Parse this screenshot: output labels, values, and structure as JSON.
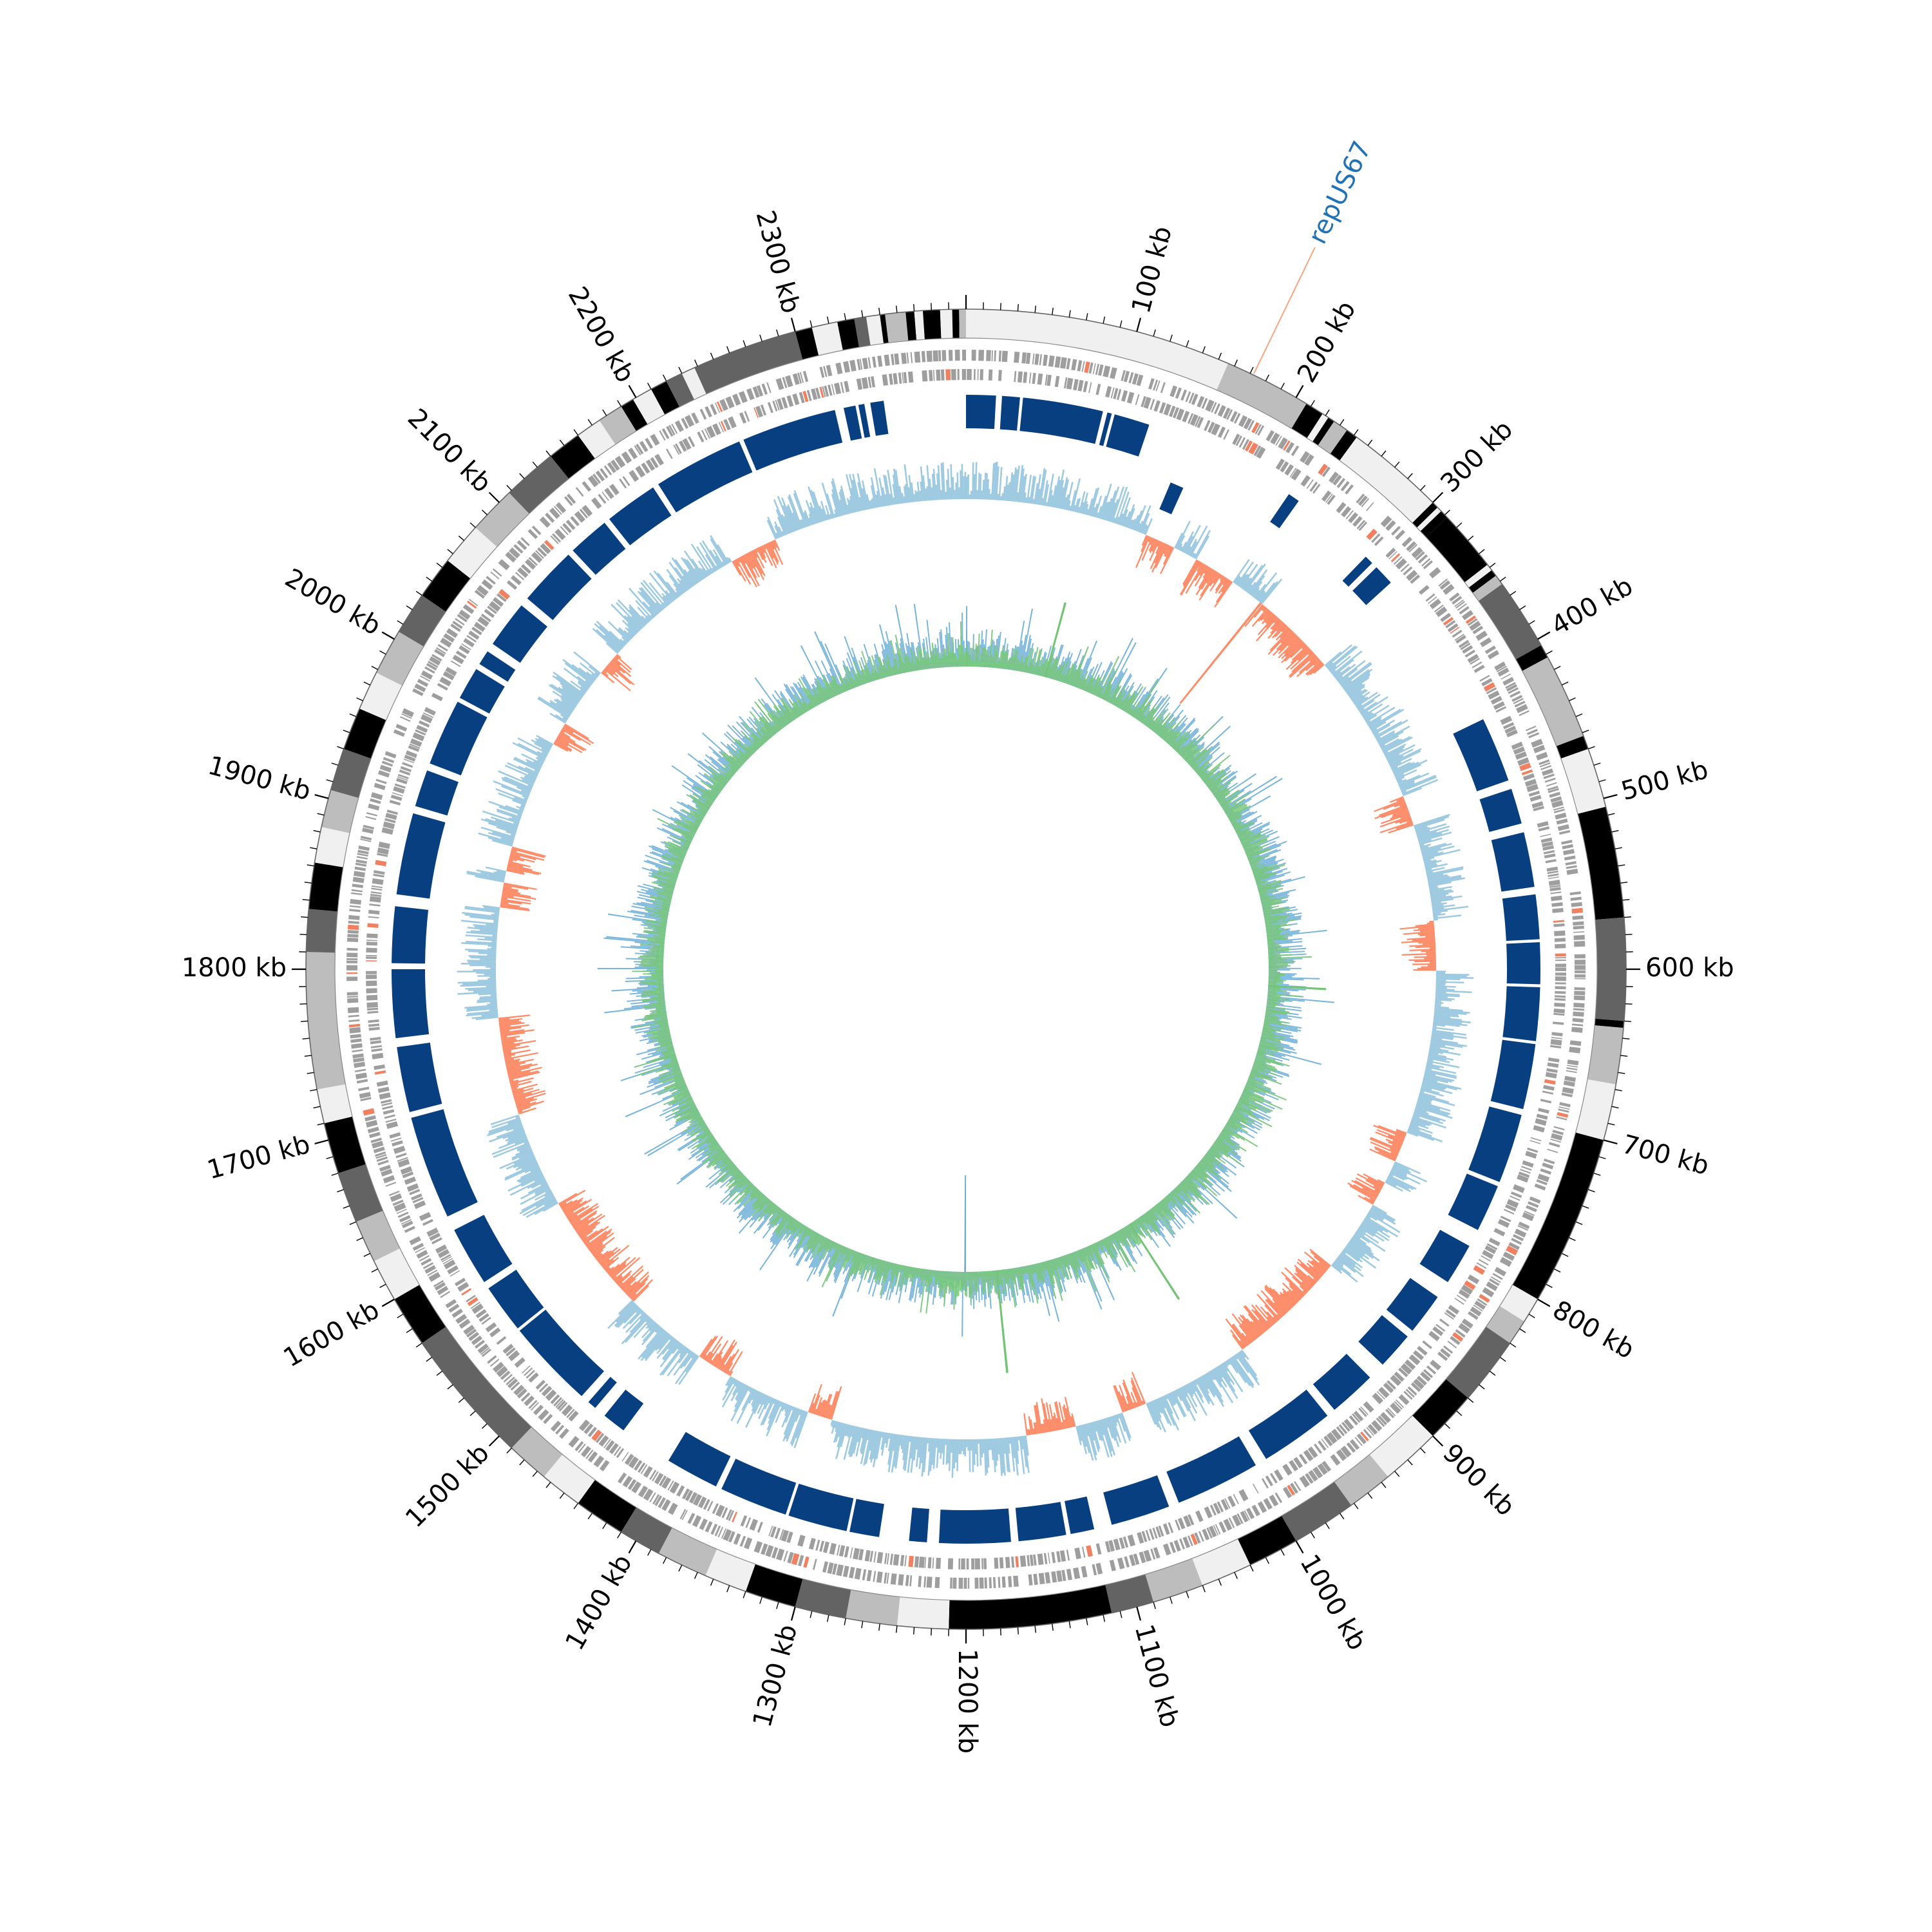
{
  "colors": {
    "ideogram_shades": [
      "#f0f0f0",
      "#bdbdbd",
      "#636363",
      "#000000"
    ],
    "cds": "#9e9e9e",
    "cds_highlight": "#f08060",
    "blocks": "#083f80",
    "skew_positive": "#9ecae1",
    "skew_negative": "#fc8d6a",
    "content_outer": "#6baed6",
    "content_inner": "#74c476",
    "annotation": "#2171b5",
    "annotation_line": "#f4a582",
    "axis": "#000000"
  },
  "genome": {
    "length_kb": 2400
  },
  "ticks": {
    "major_step_kb": 100,
    "minor_step_kb": 10,
    "labels": [
      "100 kb",
      "200 kb",
      "300 kb",
      "400 kb",
      "500 kb",
      "600 kb",
      "700 kb",
      "800 kb",
      "900 kb",
      "1000 kb",
      "1100 kb",
      "1200 kb",
      "1300 kb",
      "1400 kb",
      "1500 kb",
      "1600 kb",
      "1700 kb",
      "1800 kb",
      "1900 kb",
      "2000 kb",
      "2100 kb",
      "2200 kb",
      "2300 kb"
    ]
  },
  "annotation": {
    "label": "repUS67",
    "position_kb": 172
  },
  "ideogram": [
    [
      0,
      156,
      0
    ],
    [
      156,
      207,
      1
    ],
    [
      207,
      218,
      3
    ],
    [
      218,
      222,
      0
    ],
    [
      222,
      226,
      3
    ],
    [
      226,
      235,
      1
    ],
    [
      235,
      242,
      3
    ],
    [
      242,
      300,
      0
    ],
    [
      300,
      304,
      3
    ],
    [
      304,
      307,
      0
    ],
    [
      307,
      312,
      3
    ],
    [
      312,
      348,
      3
    ],
    [
      348,
      352,
      0
    ],
    [
      352,
      356,
      3
    ],
    [
      356,
      362,
      1
    ],
    [
      362,
      404,
      2
    ],
    [
      404,
      412,
      3
    ],
    [
      412,
      462,
      1
    ],
    [
      462,
      470,
      3
    ],
    [
      470,
      505,
      0
    ],
    [
      505,
      570,
      3
    ],
    [
      570,
      630,
      2
    ],
    [
      630,
      634,
      3
    ],
    [
      634,
      667,
      1
    ],
    [
      667,
      700,
      0
    ],
    [
      700,
      800,
      3
    ],
    [
      800,
      815,
      0
    ],
    [
      815,
      830,
      1
    ],
    [
      830,
      870,
      2
    ],
    [
      870,
      900,
      3
    ],
    [
      900,
      935,
      0
    ],
    [
      935,
      962,
      1
    ],
    [
      962,
      1000,
      2
    ],
    [
      1000,
      1030,
      3
    ],
    [
      1030,
      1060,
      0
    ],
    [
      1060,
      1090,
      1
    ],
    [
      1090,
      1115,
      2
    ],
    [
      1115,
      1210,
      3
    ],
    [
      1210,
      1240,
      0
    ],
    [
      1240,
      1270,
      1
    ],
    [
      1270,
      1300,
      2
    ],
    [
      1300,
      1330,
      3
    ],
    [
      1330,
      1355,
      0
    ],
    [
      1355,
      1385,
      1
    ],
    [
      1385,
      1410,
      2
    ],
    [
      1410,
      1440,
      3
    ],
    [
      1440,
      1465,
      0
    ],
    [
      1465,
      1490,
      1
    ],
    [
      1490,
      1570,
      2
    ],
    [
      1570,
      1600,
      3
    ],
    [
      1600,
      1625,
      0
    ],
    [
      1625,
      1650,
      1
    ],
    [
      1650,
      1680,
      2
    ],
    [
      1680,
      1710,
      3
    ],
    [
      1710,
      1730,
      0
    ],
    [
      1730,
      1810,
      1
    ],
    [
      1810,
      1835,
      2
    ],
    [
      1835,
      1862,
      3
    ],
    [
      1862,
      1883,
      0
    ],
    [
      1883,
      1905,
      1
    ],
    [
      1905,
      1930,
      2
    ],
    [
      1930,
      1955,
      3
    ],
    [
      1955,
      1978,
      0
    ],
    [
      1978,
      2005,
      1
    ],
    [
      2005,
      2030,
      2
    ],
    [
      2030,
      2055,
      3
    ],
    [
      2055,
      2080,
      0
    ],
    [
      2080,
      2108,
      1
    ],
    [
      2108,
      2140,
      2
    ],
    [
      2140,
      2160,
      3
    ],
    [
      2160,
      2175,
      0
    ],
    [
      2175,
      2190,
      1
    ],
    [
      2190,
      2198,
      3
    ],
    [
      2198,
      2210,
      0
    ],
    [
      2210,
      2220,
      3
    ],
    [
      2220,
      2230,
      2
    ],
    [
      2230,
      2238,
      0
    ],
    [
      2238,
      2300,
      2
    ],
    [
      2300,
      2310,
      3
    ],
    [
      2310,
      2325,
      0
    ],
    [
      2325,
      2335,
      3
    ],
    [
      2335,
      2342,
      2
    ],
    [
      2342,
      2350,
      0
    ],
    [
      2350,
      2353,
      3
    ],
    [
      2353,
      2365,
      1
    ],
    [
      2365,
      2370,
      3
    ],
    [
      2370,
      2375,
      0
    ],
    [
      2375,
      2385,
      3
    ],
    [
      2385,
      2392,
      0
    ],
    [
      2392,
      2396,
      3
    ],
    [
      2396,
      2400,
      1
    ]
  ],
  "blocks_outer": [
    [
      0,
      20
    ],
    [
      24,
      36
    ],
    [
      38,
      92
    ],
    [
      95,
      98
    ],
    [
      100,
      124
    ],
    [
      228,
      236
    ],
    [
      294,
      300
    ],
    [
      304,
      318
    ],
    [
      428,
      472
    ],
    [
      478,
      502
    ],
    [
      508,
      545
    ],
    [
      550,
      580
    ],
    [
      582,
      610
    ],
    [
      612,
      648
    ],
    [
      650,
      694
    ],
    [
      698,
      745
    ],
    [
      748,
      780
    ],
    [
      792,
      820
    ],
    [
      832,
      860
    ],
    [
      865,
      890
    ],
    [
      902,
      934
    ],
    [
      940,
      990
    ],
    [
      998,
      1055
    ],
    [
      1062,
      1102
    ],
    [
      1114,
      1130
    ],
    [
      1133,
      1165
    ],
    [
      1170,
      1218
    ],
    [
      1226,
      1238
    ],
    [
      1258,
      1278
    ],
    [
      1280,
      1320
    ],
    [
      1322,
      1368
    ],
    [
      1372,
      1408
    ],
    [
      1444,
      1460
    ],
    [
      1468,
      1474
    ],
    [
      1480,
      1540
    ],
    [
      1542,
      1575
    ],
    [
      1580,
      1620
    ],
    [
      1630,
      1700
    ],
    [
      1704,
      1748
    ],
    [
      1754,
      1800
    ],
    [
      1804,
      1842
    ],
    [
      1850,
      1905
    ],
    [
      1910,
      1935
    ],
    [
      1940,
      1985
    ],
    [
      1988,
      2010
    ],
    [
      2014,
      2024
    ],
    [
      2030,
      2062
    ],
    [
      2068,
      2108
    ],
    [
      2112,
      2140
    ],
    [
      2144,
      2180
    ],
    [
      2184,
      2245
    ],
    [
      2248,
      2312
    ],
    [
      2318,
      2326
    ],
    [
      2328,
      2332
    ],
    [
      2336,
      2345
    ]
  ],
  "blocks_inner": [
    [
      152,
      162
    ]
  ]
}
